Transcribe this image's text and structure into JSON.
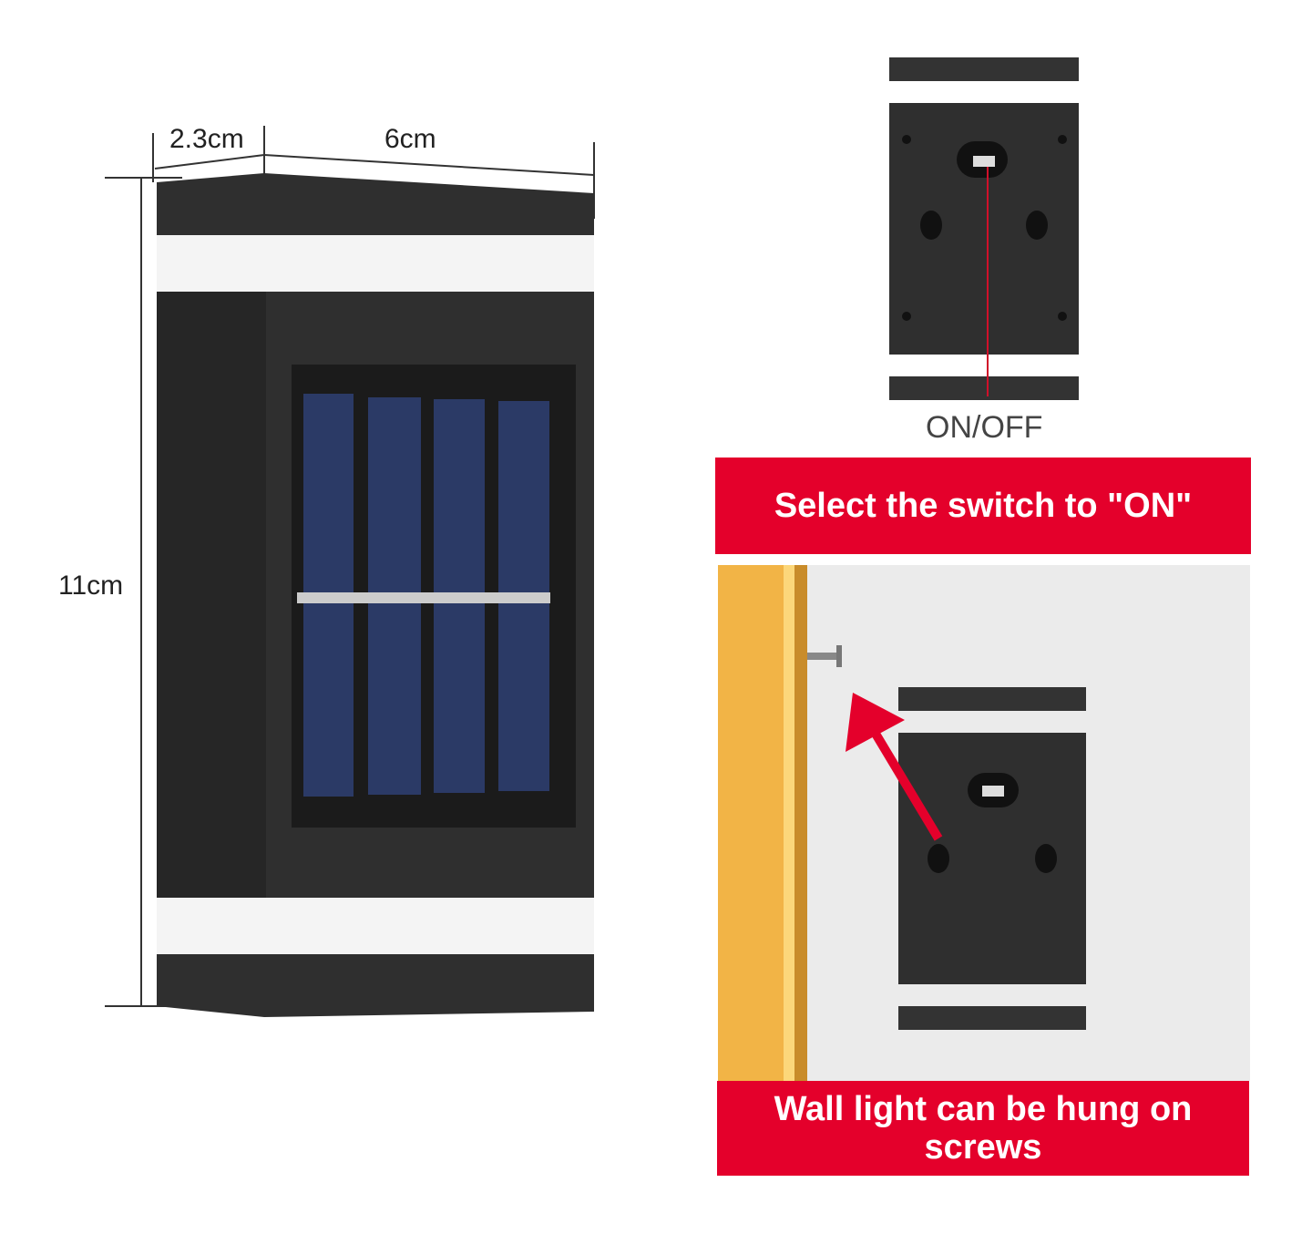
{
  "dimensions": {
    "depth": "2.3cm",
    "width": "6cm",
    "height": "11cm"
  },
  "back_view": {
    "switch_label": "ON/OFF"
  },
  "banners": {
    "top": "Select the switch to \"ON\"",
    "bottom": "Wall light can be hung on screws"
  },
  "colors": {
    "banner": "#e4002b",
    "body": "#2f2f2f",
    "panel": "#2b3a66",
    "wood": "#f2b446"
  }
}
